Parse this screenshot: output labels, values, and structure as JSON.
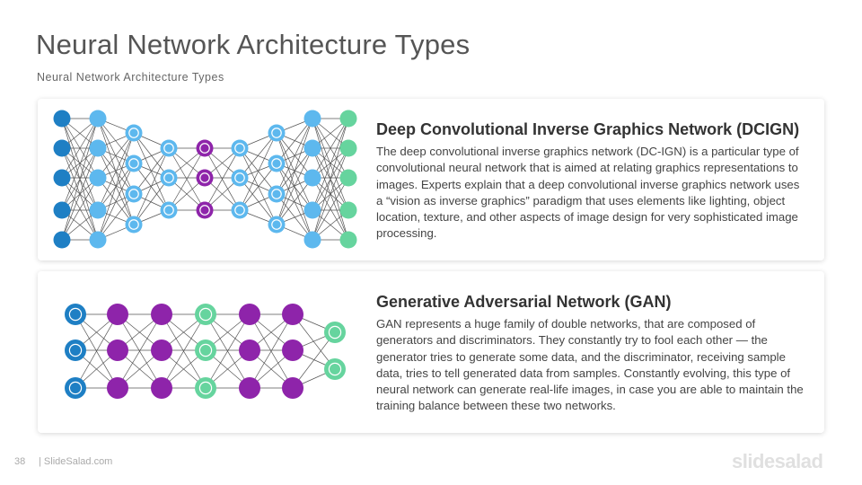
{
  "page": {
    "title": "Neural Network Architecture Types",
    "subtitle": "Neural Network Architecture Types",
    "page_number": "38",
    "site": "| SlideSalad.com",
    "logo_text": "slidesalad"
  },
  "cards": [
    {
      "heading": "Deep Convolutional Inverse Graphics Network (DCIGN)",
      "body": "The deep convolutional inverse graphics network (DC-IGN) is a particular type of convolutional neural network that is aimed at relating graphics representations to images. Experts explain that a deep convolutional inverse graphics network uses a “vision as inverse graphics” paradigm that uses elements like lighting, object location, texture, and other aspects of image design for very sophisticated image processing."
    },
    {
      "heading": "Generative Adversarial Network (GAN)",
      "body": "GAN represents a huge family of double networks, that are composed of generators and discriminators. They constantly try to fool each other — the generator tries to generate some data, and the discriminator, receiving sample data, tries to tell generated data from samples. Constantly evolving, this type of neural network can generate real-life images, in case you are able to maintain the training balance between these two networks."
    }
  ],
  "colors": {
    "dark_blue": "#1e7fc4",
    "light_blue": "#5db8ee",
    "purple": "#8e24aa",
    "green": "#66d49e",
    "line": "#555555"
  }
}
